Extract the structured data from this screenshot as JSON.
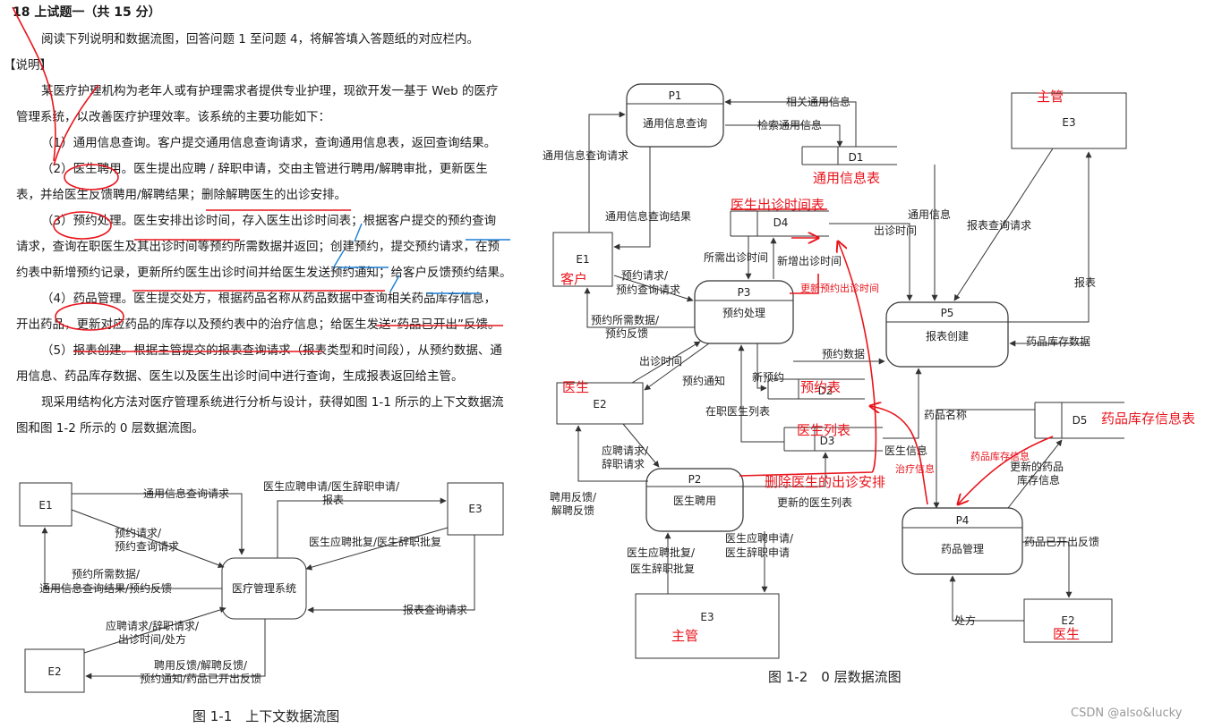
{
  "question": {
    "title": "18 上试题一（共 15 分）",
    "intro": "阅读下列说明和数据流图，回答问题 1 至问题 4，将解答填入答题纸的对应栏内。",
    "section": "【说明】",
    "p1a": "某医疗护理机构为老年人或有护理需求者提供专业护理，现欲开发一基于 Web 的医疗",
    "p1b": "管理系统，以改善医疗护理效率。该系统的主要功能如下：",
    "f1": "（1）通用信息查询。客户提交通用信息查询请求，查询通用信息表，返回查询结果。",
    "f2a": "（2）医生聘用。医生提出应聘 / 辞职申请，交由主管进行聘用/解聘审批，更新医生",
    "f2b": "表，并给医生反馈聘用/解聘结果；删除解聘医生的出诊安排。",
    "f3a": "（3）预约处理。医生安排出诊时间，存入医生出诊时间表；根据客户提交的预约查询",
    "f3b": "请求，查询在职医生及其出诊时间等预约所需数据并返回；创建预约，提交预约请求，在预",
    "f3c": "约表中新增预约记录，更新所约医生出诊时间并给医生发送预约通知；给客户反馈预约结果。",
    "f4a": "（4）药品管理。医生提交处方，根据药品名称从药品数据中查询相关药品库存信息，",
    "f4b": "开出药品，更新对应药品的库存以及预约表中的治疗信息；给医生发送“药品已开出”反馈。",
    "f5a": "（5）报表创建。根据主管提交的报表查询请求（报表类型和时间段），从预约数据、通",
    "f5b": "用信息、药品库存数据、医生以及医生出诊时间中进行查询，生成报表返回给主管。",
    "p2a": "现采用结构化方法对医疗管理系统进行分析与设计，获得如图 1-1 所示的上下文数据流",
    "p2b": "图和图 1-2 所示的 0 层数据流图。"
  },
  "context_diagram": {
    "caption": "图 1-1　上下文数据流图",
    "system": "医疗管理系统",
    "entities": {
      "e1": "E1",
      "e2": "E2",
      "e3": "E3"
    },
    "flows": {
      "f1": "通用信息查询请求",
      "f2a": "预约请求/",
      "f2b": "预约查询请求",
      "f3a": "预约所需数据/",
      "f3b": "通用信息查询结果/预约反馈",
      "f4a": "医生应聘申请/医生辞职申请/",
      "f4b": "报表",
      "f5": "医生应聘批复/医生辞职批复",
      "f6": "报表查询请求",
      "f7a": "应聘请求/辞职请求/",
      "f7b": "出诊时间/处方",
      "f8a": "聘用反馈/解聘反馈/",
      "f8b": "预约通知/药品已开出反馈"
    }
  },
  "level0_diagram": {
    "caption": "图 1-2　0 层数据流图",
    "processes": {
      "p1": {
        "id": "P1",
        "name": "通用信息查询"
      },
      "p2": {
        "id": "P2",
        "name": "医生聘用"
      },
      "p3": {
        "id": "P3",
        "name": "预约处理"
      },
      "p4": {
        "id": "P4",
        "name": "药品管理"
      },
      "p5": {
        "id": "P5",
        "name": "报表创建"
      }
    },
    "stores": {
      "d1": "D1",
      "d2": "D2",
      "d3": "D3",
      "d4": "D4",
      "d5": "D5"
    },
    "entities": {
      "e1": "E1",
      "e2a": "E2",
      "e2b": "E2",
      "e3a": "E3",
      "e3b": "E3"
    },
    "flows": {
      "xiangguan": "相关通用信息",
      "jiansuo": "检索通用信息",
      "tongyong_req": "通用信息查询请求",
      "tongyong_res": "通用信息查询结果",
      "tongyong_info": "通用信息",
      "chuzhen_time": "出诊时间",
      "baobiao_req": "报表查询请求",
      "baobiao": "报表",
      "suoxu_time": "所需出诊时间",
      "xinzeng_time": "新增出诊时间",
      "yuyue_req_a": "预约请求/",
      "yuyue_req_b": "预约查询请求",
      "yuyue_res_a": "预约所需数据/",
      "yuyue_res_b": "预约反馈",
      "yuyue_data": "预约数据",
      "yaopin_kucun": "药品库存数据",
      "chuzhen_time2": "出诊时间",
      "yuyue_notice": "预约通知",
      "xin_yuyue": "新预约",
      "zaizhi": "在职医生列表",
      "yaopin_name": "药品名称",
      "yisheng_info": "医生信息",
      "yingpin_a": "应聘请求/",
      "yingpin_b": "辞职请求",
      "pinyong_a": "聘用反馈/",
      "pinyong_b": "解聘反馈",
      "gengxin_list": "更新的医生列表",
      "gengxin_kc_a": "更新的药品",
      "gengxin_kc_b": "库存信息",
      "pifu_a": "医生应聘批复/",
      "pifu_b": "医生辞职批复",
      "shenqing_a": "医生应聘申请/",
      "shenqing_b": "医生辞职申请",
      "yikaichu": "药品已开出反馈",
      "chufang": "处方"
    },
    "annotations": {
      "e3_top": "主管",
      "d1": "通用信息表",
      "d4": "医生出诊时间表",
      "e1": "客户",
      "update_d4": "更新预约出诊时间",
      "e2": "医生",
      "d2": "预约表",
      "d3": "医生列表",
      "d5": "药品库存信息表",
      "d5_flow": "药品库存信息",
      "delete": "删除医生的出诊安排",
      "treat": "治疗信息",
      "e3_bottom": "主管",
      "e2_bottom": "医生"
    }
  },
  "watermark": "CSDN @also&lucky",
  "colors": {
    "annotation": "#e8141c",
    "underline_blue": "#1a7fd6",
    "line": "#333333"
  }
}
